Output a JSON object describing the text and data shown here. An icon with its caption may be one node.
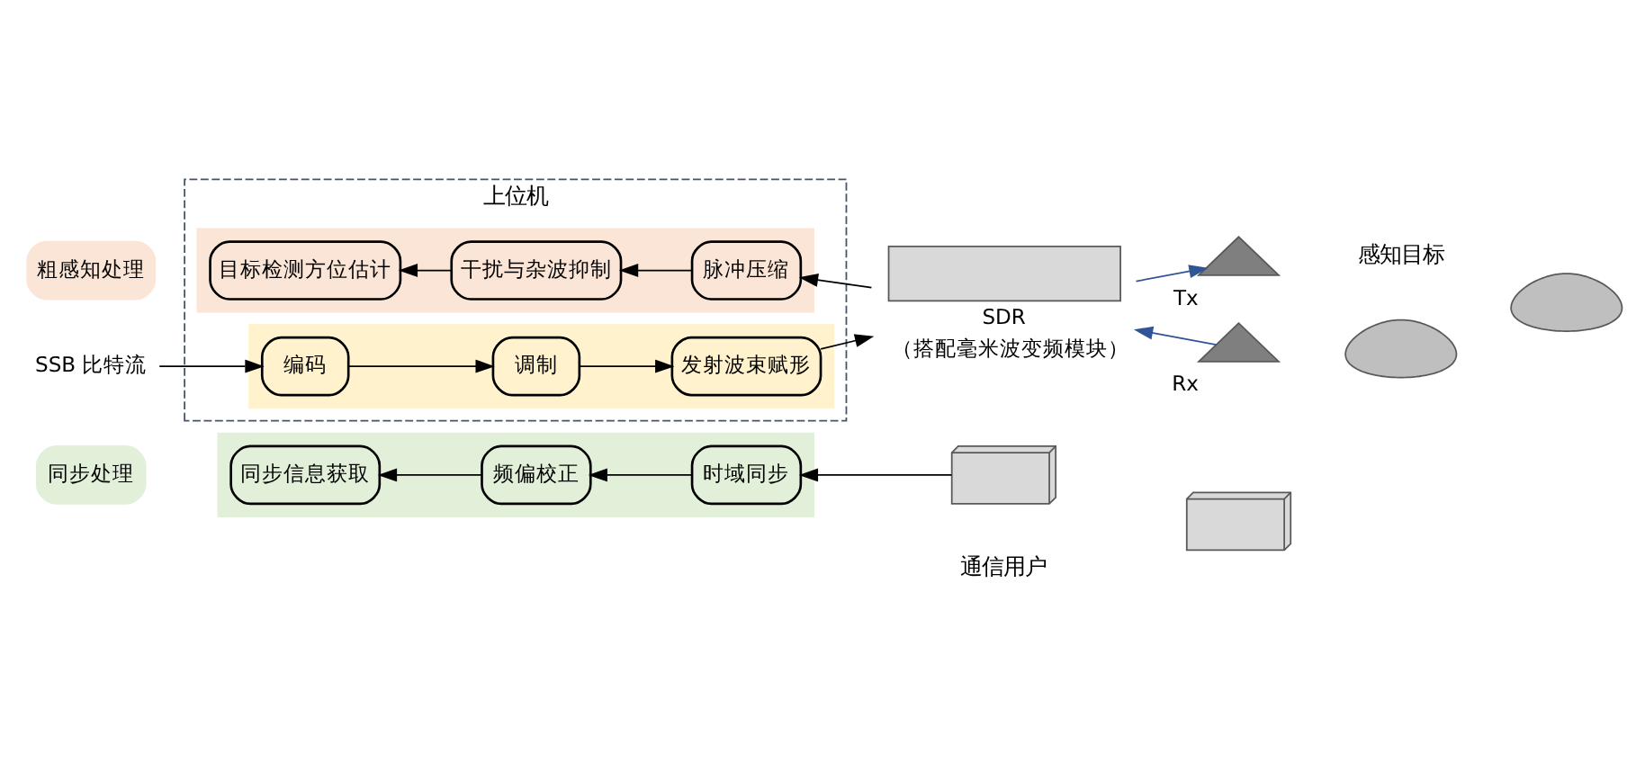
{
  "diagram": {
    "nodes": [
      {
        "text": [
          "同步处理"
        ]
      },
      {
        "text": [],
        "shape": "box"
      },
      {
        "text": [
          "同步信息获取"
        ],
        "in": 1
      },
      {
        "text": [
          "频偏校正"
        ],
        "in": 1
      },
      {
        "text": [
          "时域同步"
        ],
        "in": 1
      },
      {
        "text": [],
        "shape": "picture"
      },
      {
        "text": [],
        "shape": "picture"
      },
      {
        "text": [
          "上位机"
        ]
      },
      {
        "text": [],
        "shape": "box",
        "in": 7
      },
      {
        "text": [
          "编码"
        ],
        "in": 8
      },
      {
        "text": [
          "调制"
        ],
        "in": 8
      },
      {
        "text": [
          "发射波束赋形"
        ],
        "in": 8
      },
      {
        "text": [
          "粗感知处理"
        ]
      },
      {
        "text": [],
        "shape": "box",
        "in": 7
      },
      {
        "text": [
          "目标检测方位估计"
        ],
        "in": 13
      },
      {
        "text": [
          "干扰与杂波抑制"
        ],
        "in": 13
      },
      {
        "text": [
          "脉冲压缩"
        ],
        "in": 13
      },
      {
        "text": [
          "SSB 比特流"
        ]
      },
      {
        "text": [],
        "shape": "box",
        "beside": [
          "SDR",
          "（搭配毫米波变频模块）"
        ]
      },
      {
        "text": [],
        "shape": "triangle",
        "beside": [
          "Tx"
        ]
      },
      {
        "text": [],
        "shape": "triangle",
        "beside": [
          "Rx"
        ]
      },
      {
        "text": [],
        "shape": "picture"
      },
      {
        "text": [],
        "shape": "picture"
      }
    ],
    "edges": [
      {
        "from": 5,
        "to": 4,
        "arrow": "to"
      },
      {
        "from": 4,
        "to": 3,
        "arrow": "to"
      },
      {
        "from": 3,
        "to": 2,
        "arrow": "to"
      },
      {
        "from": 17,
        "to": 9,
        "arrow": "to"
      },
      {
        "from": 9,
        "to": 10,
        "arrow": "to"
      },
      {
        "from": 10,
        "to": 11,
        "arrow": "to"
      },
      {
        "from": 11,
        "to": 18,
        "arrow": "to"
      },
      {
        "from": 18,
        "to": 19,
        "arrow": "to",
        "color": "#2f5597"
      },
      {
        "from": 20,
        "to": 18,
        "arrow": "to",
        "color": "#2f5597"
      },
      {
        "from": 18,
        "to": 16,
        "arrow": "to"
      },
      {
        "from": 16,
        "to": 15,
        "arrow": "to"
      },
      {
        "from": 15,
        "to": 14,
        "arrow": "to"
      }
    ],
    "labels": [
      "通信用户",
      "感知目标"
    ]
  }
}
